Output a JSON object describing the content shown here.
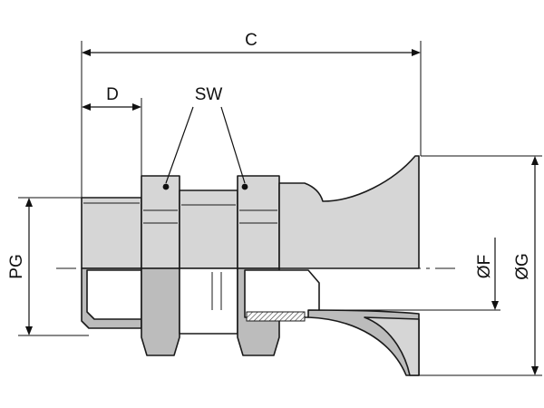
{
  "labels": {
    "c": "C",
    "d": "D",
    "sw": "SW",
    "pg": "PG",
    "f": "ØF",
    "g": "ØG"
  },
  "colors": {
    "body_fill": "#d6d6d6",
    "dark_fill": "#bcbcbc",
    "section_fill": "#ffffff",
    "line": "#1a1a1a"
  }
}
